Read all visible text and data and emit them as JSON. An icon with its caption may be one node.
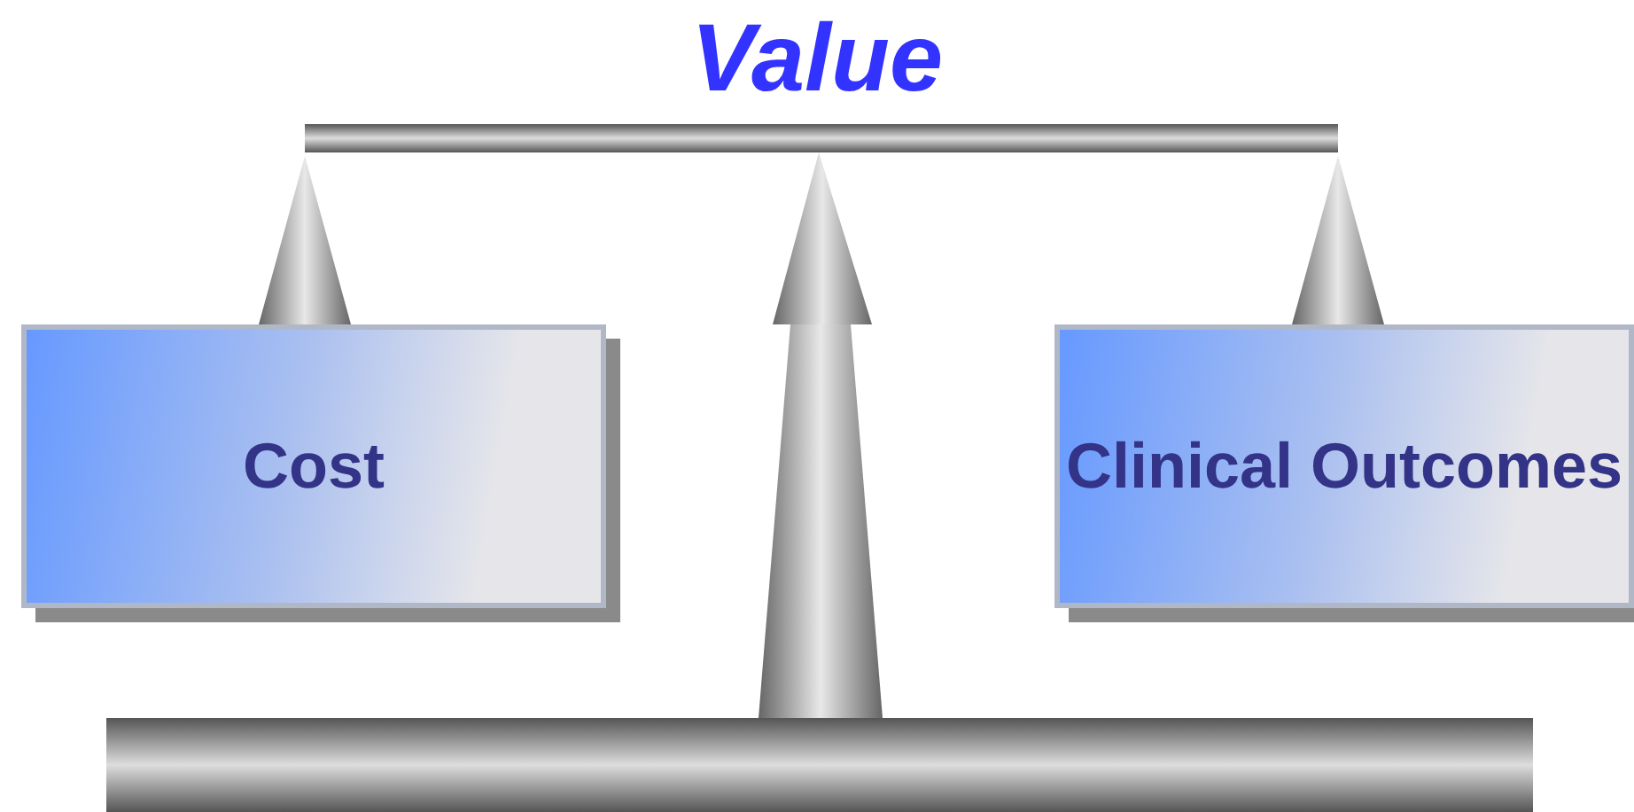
{
  "diagram": {
    "title": "Value",
    "nodes": [
      {
        "text": [
          "Cost"
        ]
      },
      {
        "text": [
          "Clinical Outcomes"
        ]
      }
    ]
  }
}
